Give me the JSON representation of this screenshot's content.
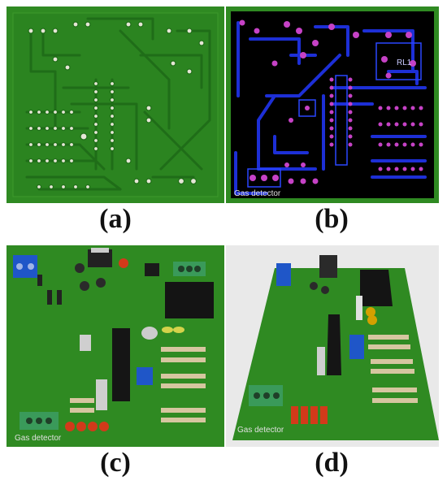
{
  "figure": {
    "panels": [
      {
        "id": "a",
        "caption": "(a)"
      },
      {
        "id": "b",
        "caption": "(b)",
        "board_label": "Gas detector",
        "component_label": "RL1"
      },
      {
        "id": "c",
        "caption": "(c)",
        "board_label": "Gas detector"
      },
      {
        "id": "d",
        "caption": "(d)",
        "board_label": "Gas detector"
      }
    ],
    "colors": {
      "board_green": "#2f8a22",
      "copper_dark": "#1f6d18",
      "trace_blue": "#1d2fd6",
      "pad_magenta": "#c642c6",
      "silkscreen_yellow": "#d4d24a",
      "resistor_red": "#d23a1a",
      "terminal_blue": "#1f56c8",
      "terminal_green": "#3a9a5a"
    }
  }
}
